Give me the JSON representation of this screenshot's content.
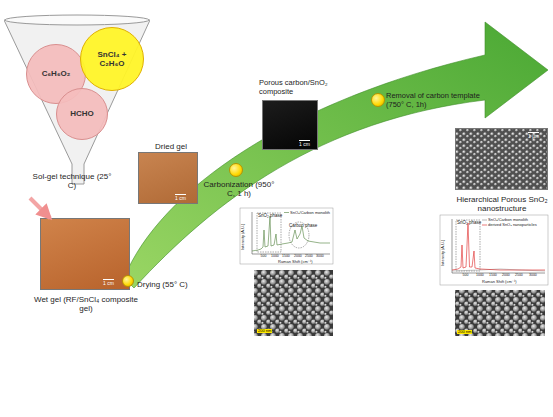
{
  "diagram": {
    "nodes": [
      {
        "text": [
          "Sol-gel technique (25° C)"
        ]
      },
      {
        "text": [
          "C₆H₆O₂"
        ],
        "in": 0
      },
      {
        "text": [
          "SnCl₄ + C₂H₆O"
        ],
        "in": 0
      },
      {
        "text": [
          "HCHO"
        ],
        "in": 0
      },
      {
        "text": [
          "Wet gel (RF/SnCl₄ composite gel)",
          "1 cm"
        ]
      },
      {
        "text": [
          "Dried gel",
          "1 cm"
        ]
      },
      {
        "text": [
          "Drying (55° C)"
        ]
      },
      {
        "text": [
          "Carbonization (950° C, 1 h)"
        ]
      },
      {
        "text": [
          "Porous carbon/SnO₂ composite",
          "1 cm"
        ]
      },
      {
        "text": [
          "Removal of carbon template (750° C, 1h)"
        ]
      },
      {
        "text": [
          "Hierarchical Porous SnO₂ nanostructure",
          "1 μm"
        ]
      }
    ],
    "edges": [
      {
        "from": 0,
        "to": 4,
        "arrow": "to"
      }
    ],
    "labels": [
      "SnO₂/Carbon monolith",
      "SnO₂ phase",
      "Carbon phase",
      "Intensity (A.U.)",
      "Raman Shift (cm⁻¹)",
      "500",
      "1000",
      "1500",
      "2000",
      "2500",
      "3000",
      "200 nm",
      "SnO₂/Carbon monolith",
      "derived SnO₂ nanoparticles",
      "SnO₂ phase",
      "Intensity (A.U.)",
      "Raman Shift (cm⁻¹)",
      "500",
      "1000",
      "1500",
      "2000",
      "2500",
      "3000",
      "200 nm"
    ]
  }
}
